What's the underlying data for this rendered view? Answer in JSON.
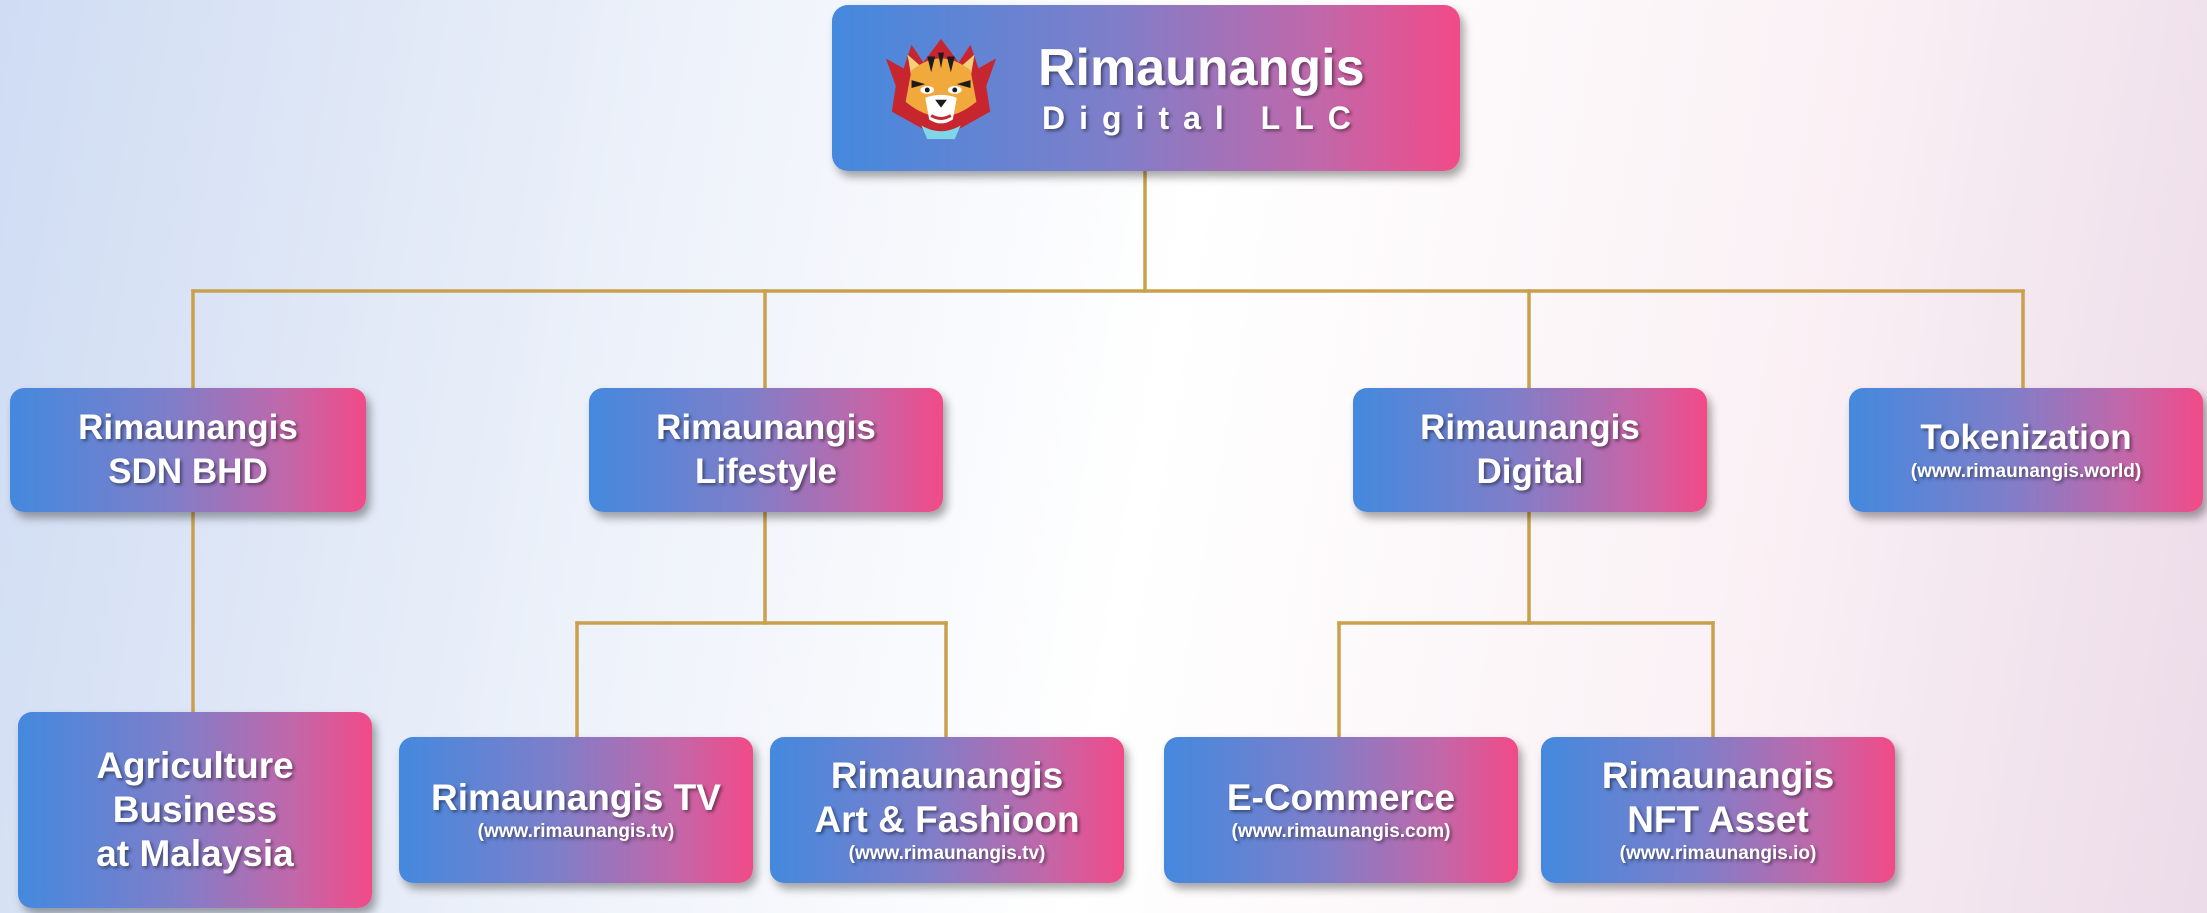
{
  "root": {
    "title": "Rimaunangis",
    "subtitle": "Digital LLC",
    "logo_icon": "tiger-head-icon"
  },
  "level1": [
    {
      "line1": "Rimaunangis",
      "line2": "SDN BHD"
    },
    {
      "line1": "Rimaunangis",
      "line2": "Lifestyle"
    },
    {
      "line1": "Rimaunangis",
      "line2": "Digital"
    },
    {
      "line1": "Tokenization",
      "url": "(www.rimaunangis.world)"
    }
  ],
  "level2": {
    "sdn_bhd": [
      {
        "line1": "Agriculture",
        "line2": "Business",
        "line3": "at Malaysia"
      }
    ],
    "lifestyle": [
      {
        "line1": "Rimaunangis TV",
        "url": "(www.rimaunangis.tv)"
      },
      {
        "line1": "Rimaunangis",
        "line2": "Art & Fashioon",
        "url": "(www.rimaunangis.tv)"
      }
    ],
    "digital": [
      {
        "line1": "E-Commerce",
        "url": "(www.rimaunangis.com)"
      },
      {
        "line1": "Rimaunangis",
        "line2": "NFT Asset",
        "url": "(www.rimaunangis.io)"
      }
    ]
  },
  "colors": {
    "box_gradient_start": "#4489de",
    "box_gradient_end": "#f24a88",
    "connector": "#c9a14c",
    "text": "#ffffff"
  }
}
